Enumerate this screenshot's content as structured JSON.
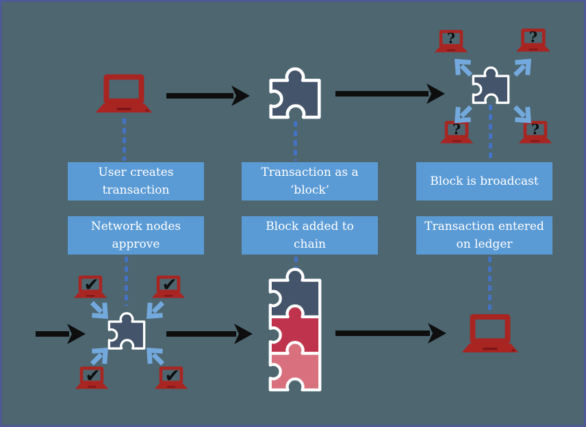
{
  "colors": {
    "background": "#4d6670",
    "frame_border": "#4d5a96",
    "label_box": "#5b9bd5",
    "label_text": "#ffffff",
    "laptop_red": "#a82522",
    "laptop_detail_dark_red": "#7b1517",
    "puzzle_dark_blue": "#44546a",
    "puzzle_crimson": "#c0334d",
    "puzzle_pink": "#d8707e",
    "puzzle_outline": "#ffffff",
    "arrow_black": "#0e0e0e",
    "arrow_light_blue": "#74a9de",
    "dotted_line_blue": "#4472c4"
  },
  "steps": [
    {
      "id": "user-creates-transaction",
      "label": "User creates transaction",
      "lines": [
        "User creates",
        "transaction"
      ]
    },
    {
      "id": "transaction-as-block",
      "label": "Transaction as a ‘block’",
      "lines": [
        "Transaction as a",
        "‘block’"
      ]
    },
    {
      "id": "block-is-broadcast",
      "label": "Block is broadcast",
      "lines": [
        "Block is broadcast"
      ]
    },
    {
      "id": "network-nodes-approve",
      "label": "Network nodes approve",
      "lines": [
        "Network nodes",
        "approve"
      ]
    },
    {
      "id": "block-added-to-chain",
      "label": "Block added to chain",
      "lines": [
        "Block added to",
        "chain"
      ]
    },
    {
      "id": "transaction-entered-on-ledger",
      "label": "Transaction entered on ledger",
      "lines": [
        "Transaction entered",
        "on ledger"
      ]
    }
  ],
  "broadcast_nodes": {
    "glyphs": [
      "?",
      "?",
      "?",
      "?"
    ]
  },
  "approve_nodes": {
    "glyphs": [
      "✔",
      "✔",
      "✔",
      "✔"
    ]
  },
  "icons": {
    "laptop": "laptop-icon",
    "puzzle_piece": "puzzle-piece-icon",
    "blockchain_stack": "puzzle-chain-icon",
    "question_mark_glyph": "?",
    "checkmark_glyph": "✔"
  }
}
